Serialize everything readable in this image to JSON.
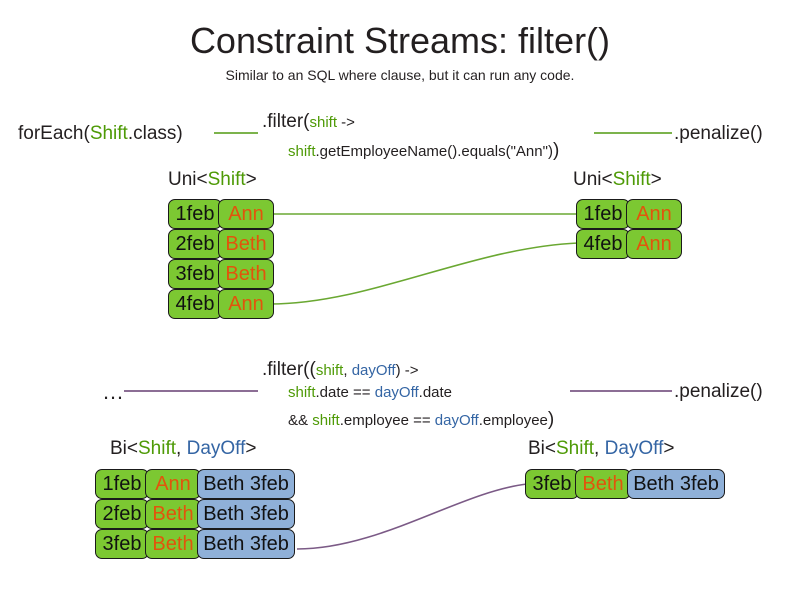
{
  "page": {
    "title": "Constraint Streams: filter()",
    "subtitle": "Similar to an SQL where clause, but it can run any code."
  },
  "colors": {
    "green_fill": "#7cc832",
    "blue_fill": "#8fb0d8",
    "green_text": "#4e9a06",
    "blue_text": "#3465a4",
    "orange_text": "#e2540c",
    "green_wire": "#6aa832",
    "purple_wire": "#7b5a86",
    "outline": "#1a1a1a",
    "text": "#231f20"
  },
  "uni_example": {
    "source_label": {
      "prefix": "forEach(",
      "type": "Shift",
      "suffix": ".class)"
    },
    "filter": {
      "line1_prefix": ".filter(",
      "line1_param": "shift",
      "line1_suffix": " ->",
      "line2_var": "shift",
      "line2_rest": ".getEmployeeName().equals(\"Ann\")",
      "line2_close": ")"
    },
    "terminal_label": ".penalize()",
    "left_stream_type": {
      "prefix": "Uni<",
      "type": "Shift",
      "suffix": ">"
    },
    "right_stream_type": {
      "prefix": "Uni<",
      "type": "Shift",
      "suffix": ">"
    },
    "left_tuples": [
      {
        "date": "1feb",
        "employee": "Ann"
      },
      {
        "date": "2feb",
        "employee": "Beth"
      },
      {
        "date": "3feb",
        "employee": "Beth"
      },
      {
        "date": "4feb",
        "employee": "Ann"
      }
    ],
    "right_tuples": [
      {
        "date": "1feb",
        "employee": "Ann"
      },
      {
        "date": "4feb",
        "employee": "Ann"
      }
    ]
  },
  "bi_example": {
    "source_label": "…",
    "filter": {
      "line1_prefix": ".filter((",
      "line1_param1": "shift",
      "line1_comma": ", ",
      "line1_param2": "dayOff",
      "line1_suffix": ") ->",
      "line2_var1": "shift",
      "line2_mid": ".date == ",
      "line2_var2": "dayOff",
      "line2_end": ".date",
      "line3_amp": "&& ",
      "line3_var1": "shift",
      "line3_mid": ".employee == ",
      "line3_var2": "dayOff",
      "line3_end": ".employee",
      "line3_close": ")"
    },
    "terminal_label": ".penalize()",
    "left_stream_type": {
      "prefix": "Bi<",
      "type1": "Shift",
      "comma": ", ",
      "type2": "DayOff",
      "suffix": ">"
    },
    "right_stream_type": {
      "prefix": "Bi<",
      "type1": "Shift",
      "comma": ", ",
      "type2": "DayOff",
      "suffix": ">"
    },
    "left_tuples": [
      {
        "date": "1feb",
        "employee": "Ann",
        "dayoff": "Beth 3feb"
      },
      {
        "date": "2feb",
        "employee": "Beth",
        "dayoff": "Beth 3feb"
      },
      {
        "date": "3feb",
        "employee": "Beth",
        "dayoff": "Beth 3feb"
      }
    ],
    "right_tuples": [
      {
        "date": "3feb",
        "employee": "Beth",
        "dayoff": "Beth 3feb"
      }
    ]
  }
}
